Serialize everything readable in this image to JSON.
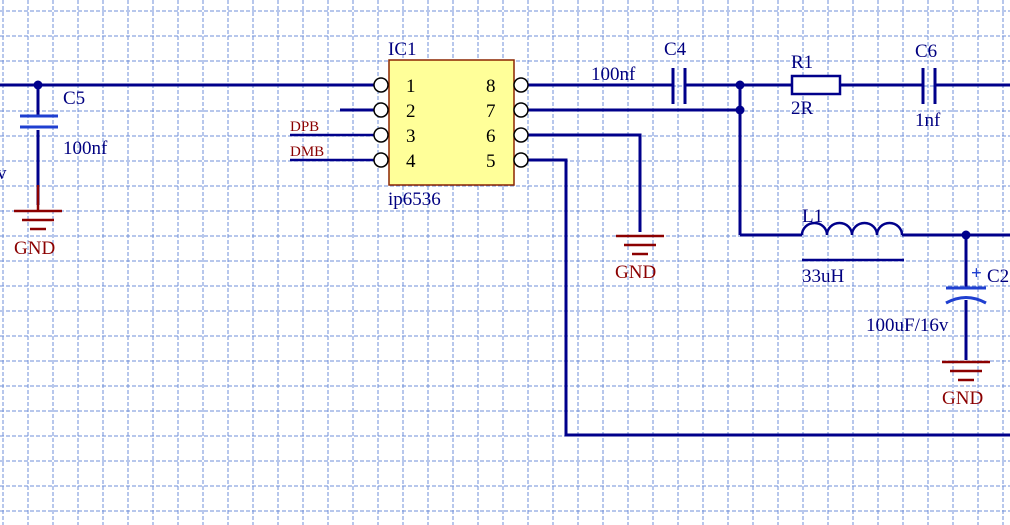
{
  "colors": {
    "background": "#ffffff",
    "grid": "#6f8fd8",
    "wire": "#00008b",
    "component": "#000080",
    "ic_fill": "#ffff99",
    "ic_border": "#8b2500",
    "net_label": "#8b0000",
    "ground": "#8b0000",
    "capacitor": "#1f3fd0",
    "junction": "#00008b",
    "text": "#000080"
  },
  "ic": {
    "designator": "IC1",
    "part": "ip6536",
    "pins_left": [
      "1",
      "2",
      "3",
      "4"
    ],
    "pins_right": [
      "8",
      "7",
      "6",
      "5"
    ]
  },
  "net_labels": {
    "dpb": "DPB",
    "dmb": "DMB"
  },
  "components": {
    "c5": {
      "designator": "C5",
      "value": "100nf"
    },
    "c4": {
      "designator": "C4",
      "value": "100nf"
    },
    "r1": {
      "designator": "R1",
      "value": "2R"
    },
    "c6": {
      "designator": "C6",
      "value": "1nf"
    },
    "l1": {
      "designator": "L1",
      "value": "33uH"
    },
    "c2": {
      "designator": "C2",
      "value": "100uF/16v",
      "polarity": "+"
    }
  },
  "ground_label": "GND",
  "edge_fragment": "v"
}
